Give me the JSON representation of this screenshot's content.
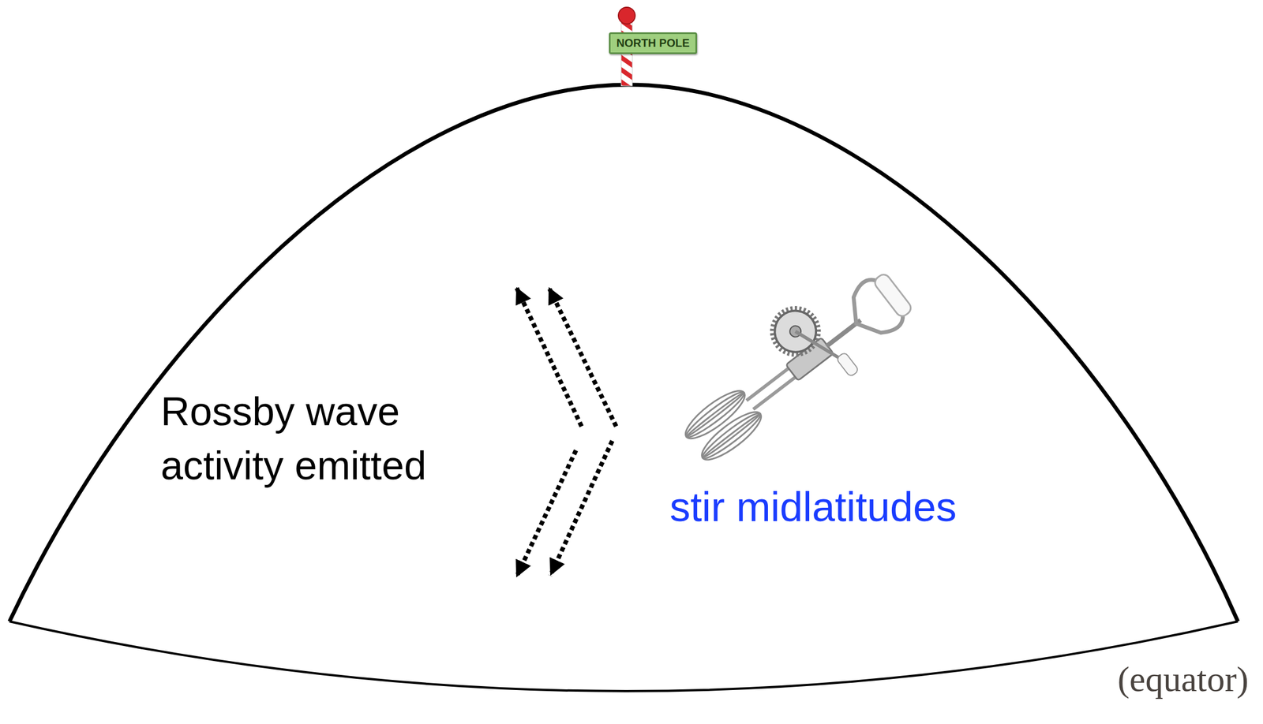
{
  "diagram": {
    "nodes": [
      {
        "text": [
          "NORTH POLE"
        ]
      }
    ],
    "labels": [
      "Rossby wave activity emitted",
      "stir midlatitudes",
      "(equator)"
    ]
  }
}
